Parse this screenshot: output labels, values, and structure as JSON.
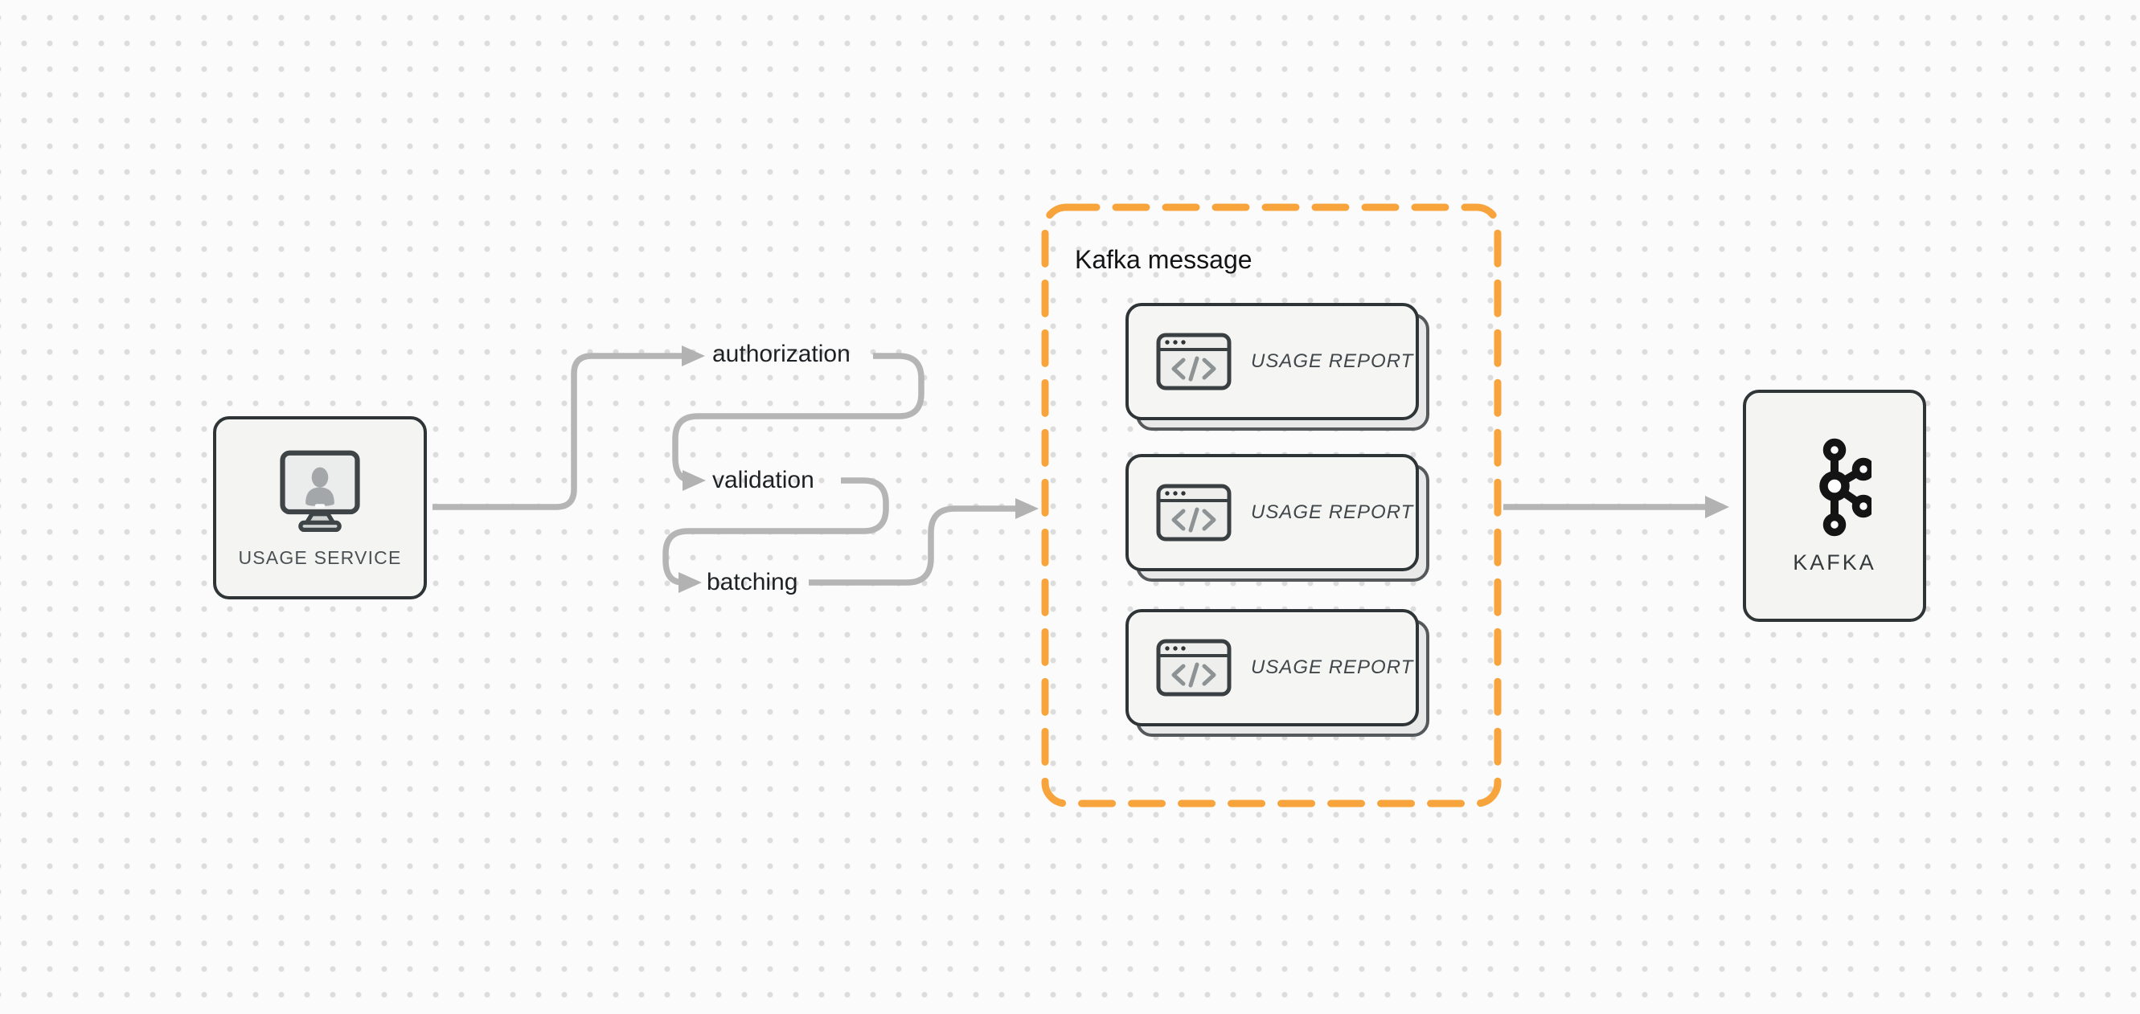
{
  "diagram": {
    "background": {
      "page_color": "#fbfbfb",
      "dot_color": "#dcdcdc"
    },
    "colors": {
      "accent_orange": "#F8A43C",
      "connector_gray": "#B5B5B5",
      "node_border": "#2F3437",
      "node_fill": "#F4F5F3"
    },
    "usage_service": {
      "label": "USAGE SERVICE",
      "icon": "monitor-user-icon"
    },
    "pipeline_steps": [
      {
        "label": "authorization"
      },
      {
        "label": "validation"
      },
      {
        "label": "batching"
      }
    ],
    "kafka_message": {
      "title": "Kafka message",
      "cards": [
        {
          "label": "USAGE REPORT",
          "icon": "code-window-icon"
        },
        {
          "label": "USAGE REPORT",
          "icon": "code-window-icon"
        },
        {
          "label": "USAGE REPORT",
          "icon": "code-window-icon"
        }
      ]
    },
    "kafka": {
      "label": "KAFKA",
      "icon": "kafka-logo-icon"
    }
  }
}
